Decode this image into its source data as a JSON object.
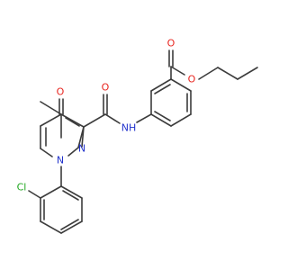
{
  "molecule": {
    "atoms": {
      "O_ketone": {
        "text": "O",
        "color": "#e8251f"
      },
      "O_amide": {
        "text": "O",
        "color": "#e8251f"
      },
      "NH_amide": {
        "text": "NH",
        "color": "#2233cc"
      },
      "N_ring1": {
        "text": "N",
        "color": "#2233cc"
      },
      "N_ring2": {
        "text": "N",
        "color": "#2233cc"
      },
      "O_ester_carbonyl": {
        "text": "O",
        "color": "#e8251f"
      },
      "O_ester": {
        "text": "O",
        "color": "#e8251f"
      },
      "Cl": {
        "text": "Cl",
        "color": "#1fa71f"
      }
    },
    "bond_color": "#3c3c3c"
  }
}
